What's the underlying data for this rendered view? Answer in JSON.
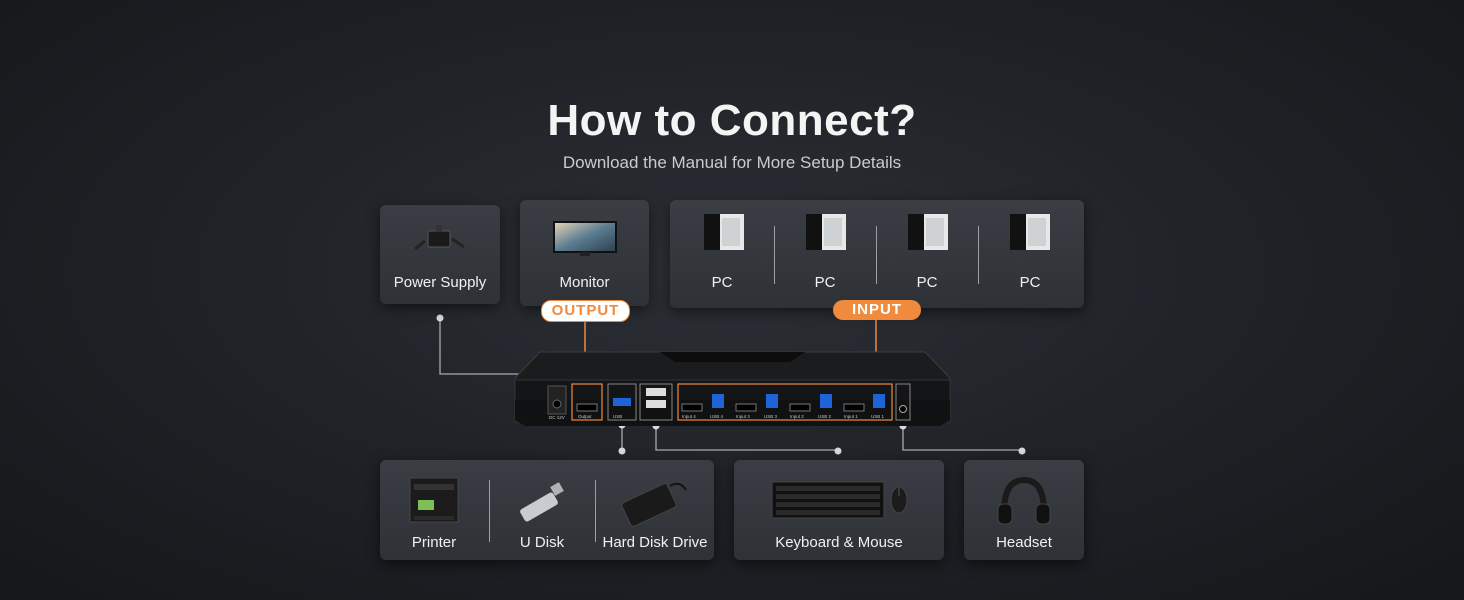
{
  "header": {
    "title": "How to Connect?",
    "subtitle": "Download the Manual for More Setup Details"
  },
  "top_devices": {
    "power_supply": "Power Supply",
    "monitor": "Monitor",
    "pcs": [
      "PC",
      "PC",
      "PC",
      "PC"
    ]
  },
  "tags": {
    "output": "OUTPUT",
    "input": "INPUT"
  },
  "bottom_devices": {
    "printer": "Printer",
    "u_disk": "U Disk",
    "hard_disk": "Hard Disk Drive",
    "keyboard_mouse": "Keyboard & Mouse",
    "headset": "Headset"
  },
  "kvm_ports": {
    "dc": "DC 12V",
    "output": "Output",
    "usb": "USB",
    "inputs": [
      "Input 4",
      "USB 4",
      "Input 3",
      "USB 3",
      "Input 2",
      "USB 2",
      "Input 1",
      "USB 1"
    ]
  },
  "colors": {
    "accent": "#f08a3c",
    "card": "#34383d",
    "line": "#a7abb0"
  }
}
